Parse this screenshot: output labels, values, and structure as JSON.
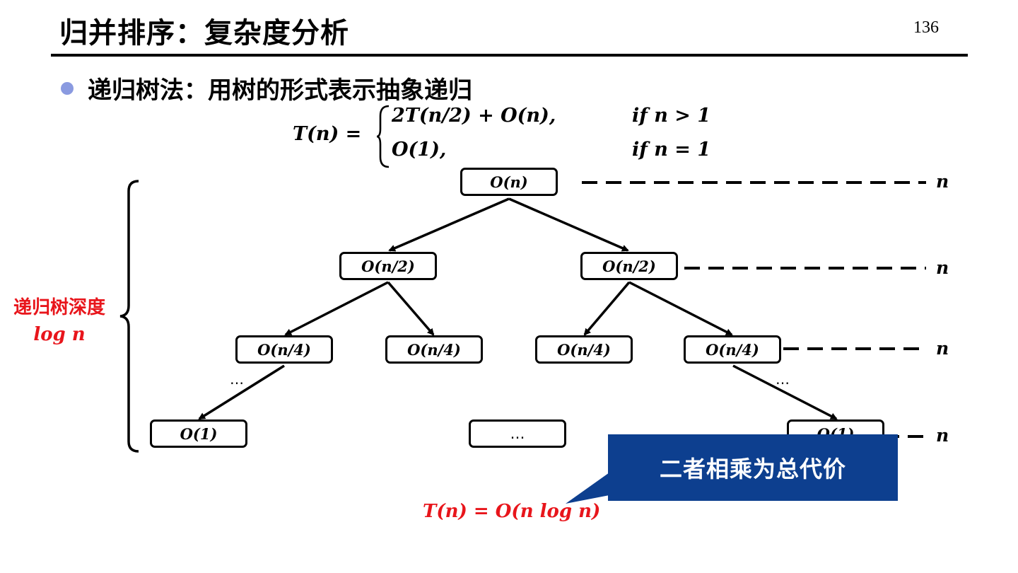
{
  "slide": {
    "title": "归并排序：复杂度分析",
    "page_number": "136",
    "bullet": "递归树法：用树的形式表示抽象递归"
  },
  "formula": {
    "lhs": "T(n) =",
    "case1": "2T(n/2) + O(n),",
    "cond1": "if n > 1",
    "case2": "O(1),",
    "cond2": "if n = 1"
  },
  "tree": {
    "root": "O(n)",
    "level1": [
      "O(n/2)",
      "O(n/2)"
    ],
    "level2": [
      "O(n/4)",
      "O(n/4)",
      "O(n/4)",
      "O(n/4)"
    ],
    "leaves": [
      "O(1)",
      "…",
      "O(1)"
    ],
    "ellipsis_left": "…",
    "ellipsis_right": "…"
  },
  "row_costs": [
    "n",
    "n",
    "n",
    "n"
  ],
  "depth": {
    "label": "递归树深度",
    "value": "log n"
  },
  "callout": "二者相乘为总代价",
  "result": "T(n) = O(n log n)",
  "colors": {
    "accent_red": "#e8151b",
    "callout_blue": "#0d3f8f",
    "bullet": "#8a9ae0"
  }
}
